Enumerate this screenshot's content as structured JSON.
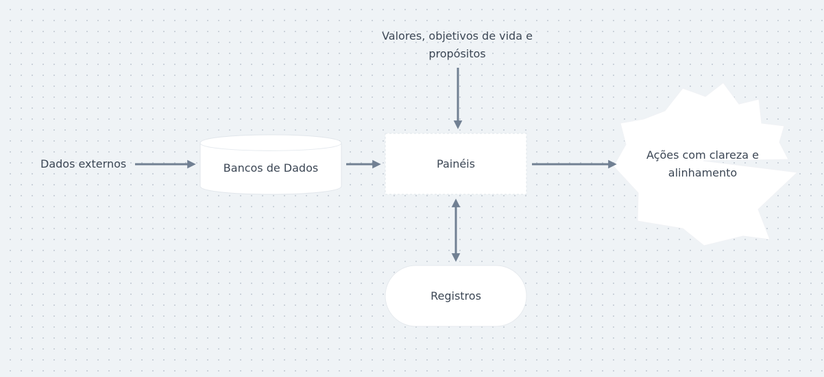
{
  "diagram": {
    "nodes": {
      "external_data": "Dados externos",
      "values": "Valores, objetivos de vida e propósitos",
      "databases": "Bancos de Dados",
      "panels": "Painéis",
      "actions": "Ações com clareza e alinhamento",
      "records": "Registros"
    },
    "edges": [
      {
        "from": "external_data",
        "to": "databases",
        "direction": "forward"
      },
      {
        "from": "databases",
        "to": "panels",
        "direction": "forward"
      },
      {
        "from": "values",
        "to": "panels",
        "direction": "forward"
      },
      {
        "from": "panels",
        "to": "actions",
        "direction": "forward"
      },
      {
        "from": "panels",
        "to": "records",
        "direction": "both"
      }
    ],
    "colors": {
      "background": "#eff3f6",
      "grid_dot": "#c8d0d8",
      "node_fill": "#ffffff",
      "node_stroke": "#dde3e8",
      "arrow": "#718093",
      "text": "#3b4654"
    }
  }
}
